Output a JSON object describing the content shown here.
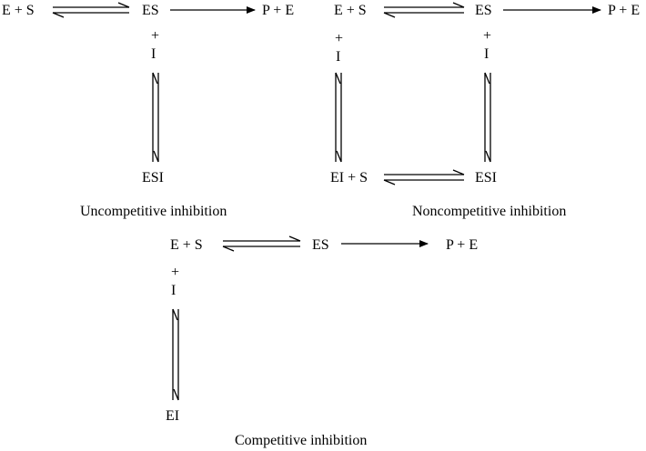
{
  "schemes": {
    "uncompetitive": {
      "caption": "Uncompetitive inhibition",
      "e_plus_s": "E + S",
      "es": "ES",
      "p_plus_e": "P + E",
      "plus": "+",
      "inhibitor": "I",
      "esi": "ESI"
    },
    "noncompetitive": {
      "caption": "Noncompetitive inhibition",
      "e_plus_s": "E + S",
      "es": "ES",
      "p_plus_e": "P + E",
      "plus_left": "+",
      "inhibitor_left": "I",
      "plus_right": "+",
      "inhibitor_right": "I",
      "ei_plus_s": "EI + S",
      "esi": "ESI"
    },
    "competitive": {
      "caption": "Competitive inhibition",
      "e_plus_s": "E + S",
      "es": "ES",
      "p_plus_e": "P + E",
      "plus": "+",
      "inhibitor": "I",
      "ei": "EI"
    }
  }
}
